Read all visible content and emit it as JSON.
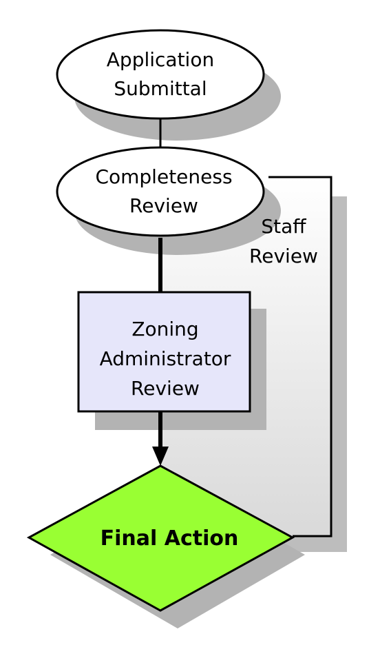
{
  "nodes": {
    "application_submittal": {
      "line1": "Application",
      "line2": "Submittal"
    },
    "completeness_review": {
      "line1": "Completeness",
      "line2": "Review"
    },
    "zoning_administrator_review": {
      "line1": "Zoning",
      "line2": "Administrator",
      "line3": "Review"
    },
    "final_action": {
      "label": "Final Action"
    }
  },
  "edges": {
    "staff_review": {
      "line1": "Staff",
      "line2": "Review"
    }
  },
  "colors": {
    "shadow": "#b3b3b3",
    "zoning_box_fill": "#e6e6fa",
    "final_action_fill": "#99ff33",
    "staff_panel_fill": "#f0f0f0",
    "stroke": "#000000"
  }
}
